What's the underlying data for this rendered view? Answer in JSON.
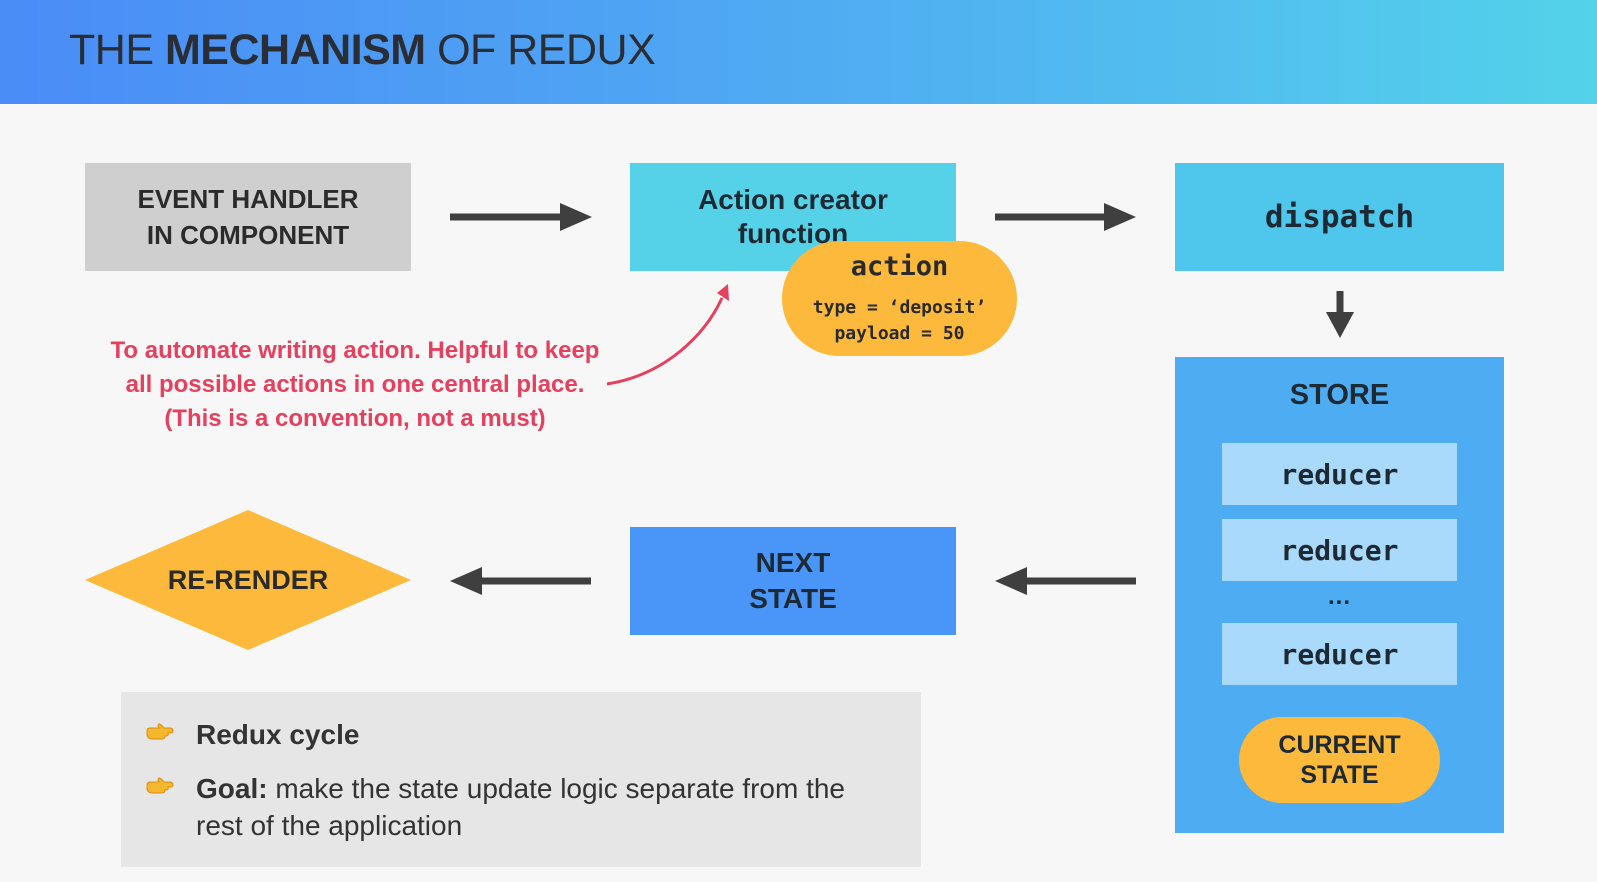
{
  "header": {
    "title_part1": "THE ",
    "title_part2": "MECHANISM",
    "title_part3": " OF REDUX"
  },
  "event_handler": {
    "line1": "EVENT HANDLER",
    "line2": "IN COMPONENT"
  },
  "action_creator": {
    "line1": "Action creator",
    "line2": "function"
  },
  "action": {
    "title": "action",
    "type_line": "type = ‘deposit’",
    "payload_line": "payload = 50"
  },
  "dispatch": {
    "label": "dispatch"
  },
  "note": {
    "text": "To automate writing action. Helpful to keep all possible actions in one central place. (This is a convention, not a must)"
  },
  "store": {
    "title": "STORE",
    "reducers": [
      "reducer",
      "reducer",
      "reducer"
    ],
    "ellipsis": "...",
    "current_state": {
      "line1": "CURRENT",
      "line2": "STATE"
    }
  },
  "next_state": {
    "line1": "NEXT",
    "line2": "STATE"
  },
  "rerender": {
    "label": "RE-RENDER"
  },
  "bullets": {
    "item1": "Redux cycle",
    "item2_bold": "Goal:",
    "item2_rest": " make the state update logic separate from the rest of the application"
  },
  "colors": {
    "header_start": "#4a8cf6",
    "header_end": "#53d2ea",
    "event_box": "#cfcfcf",
    "creator_box": "#56d2e8",
    "dispatch_box": "#4fc6ec",
    "action_pill": "#fdb93b",
    "store": "#4dacf2",
    "reducer": "#a9d9fb",
    "next_state": "#4a96f8",
    "rerender": "#fdb93b",
    "note_text": "#e6405f",
    "arrow": "#3f3f3f",
    "bullet_bg": "#e6e6e6"
  },
  "icons": {
    "bullet": "pointing-hand-icon"
  }
}
